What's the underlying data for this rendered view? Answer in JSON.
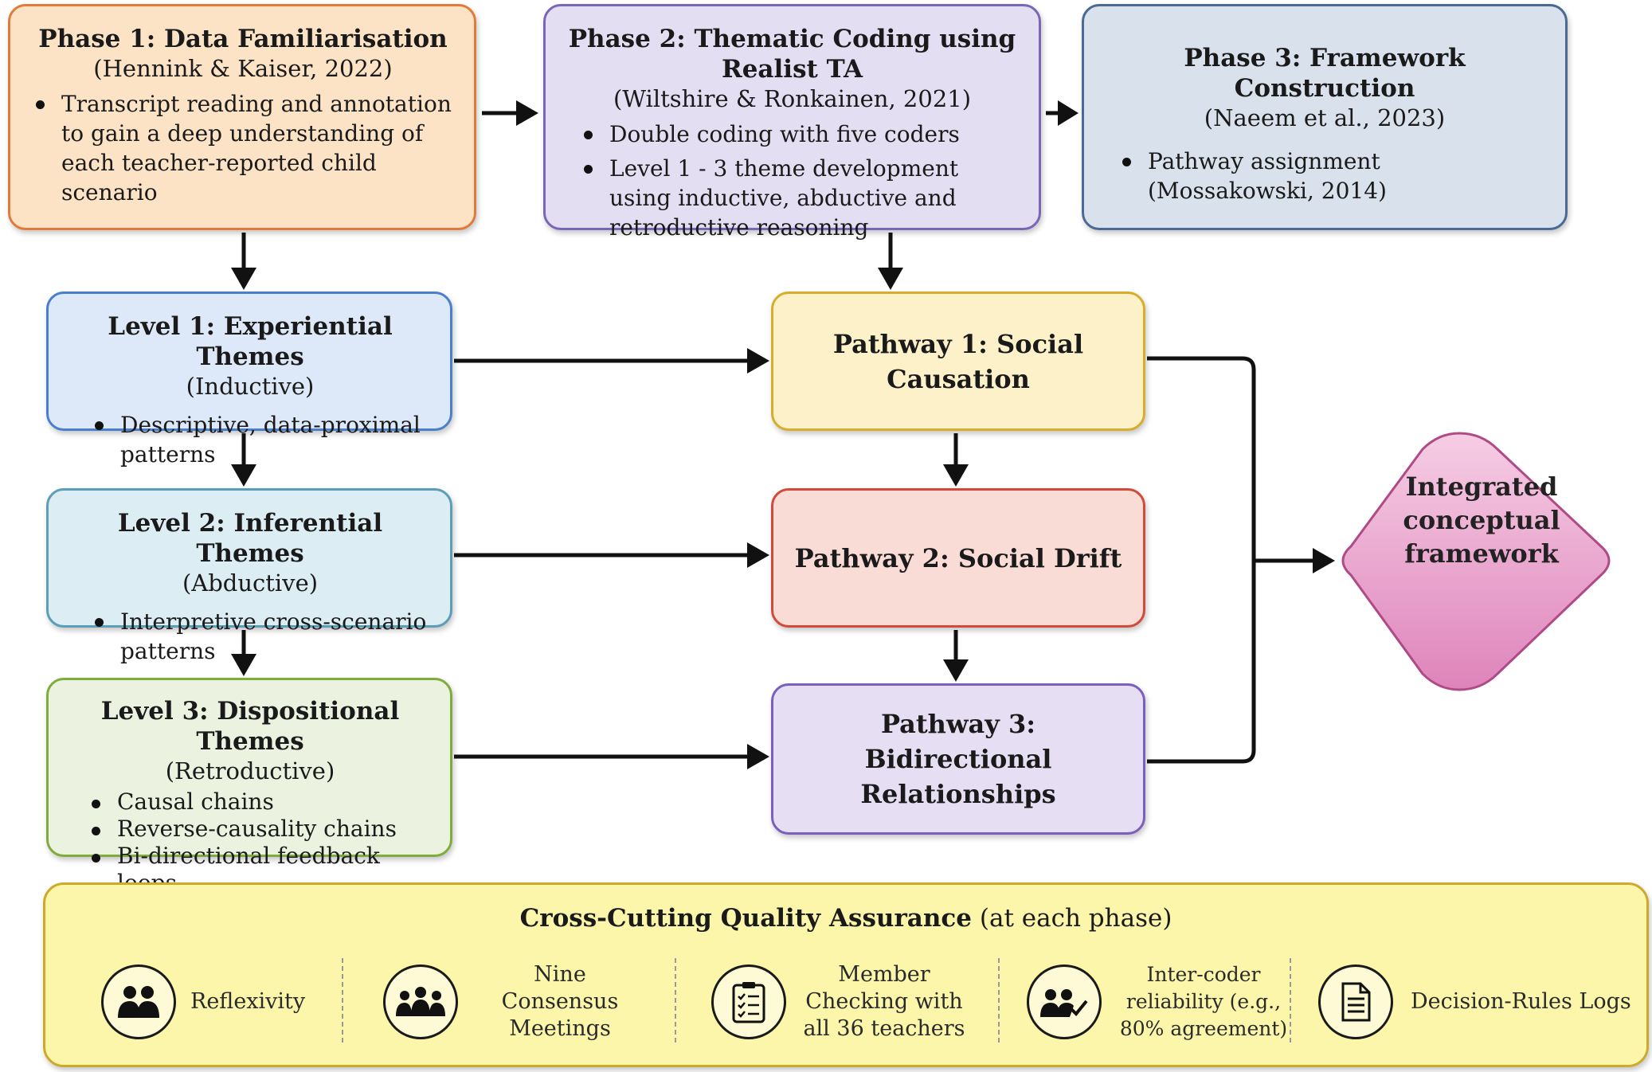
{
  "phases": [
    {
      "title": "Phase 1: Data Familiarisation",
      "citation": "(Hennink & Kaiser, 2022)",
      "bullets": [
        "Transcript reading and annotation to gain a deep understanding of each teacher-reported child scenario"
      ]
    },
    {
      "title": "Phase 2: Thematic Coding using Realist TA",
      "citation": "(Wiltshire & Ronkainen, 2021)",
      "bullets": [
        "Double coding with five coders",
        "Level 1 - 3 theme development using inductive, abductive and retroductive reasoning"
      ]
    },
    {
      "title": "Phase 3: Framework Construction",
      "citation": "(Naeem et al., 2023)",
      "bullets": [
        "Pathway assignment (Mossakowski, 2014)"
      ]
    }
  ],
  "levels": [
    {
      "title": "Level 1: Experiential Themes",
      "mode": "(Inductive)",
      "bullets": [
        "Descriptive, data-proximal patterns"
      ]
    },
    {
      "title": "Level 2: Inferential Themes",
      "mode": "(Abductive)",
      "bullets": [
        "Interpretive cross-scenario patterns"
      ]
    },
    {
      "title": "Level 3: Dispositional Themes",
      "mode": "(Retroductive)",
      "bullets": [
        "Causal chains",
        "Reverse-causality chains",
        "Bi-directional feedback loops"
      ]
    }
  ],
  "pathways": [
    {
      "title": "Pathway 1: Social Causation"
    },
    {
      "title": "Pathway 2: Social Drift"
    },
    {
      "title": "Pathway 3: Bidirectional Relationships"
    }
  ],
  "outcome": {
    "label": "Integrated conceptual framework"
  },
  "quality": {
    "title": "Cross-Cutting Quality Assurance",
    "qualifier": "(at each phase)",
    "items": [
      {
        "label": "Reflexivity",
        "icon": "two-people-icon"
      },
      {
        "label": "Nine Consensus Meetings",
        "icon": "group-icon"
      },
      {
        "label": "Member Checking with all 36 teachers",
        "icon": "clipboard-checklist-icon"
      },
      {
        "label": "Inter-coder reliability (e.g., 80% agreement)",
        "icon": "people-check-icon"
      },
      {
        "label": "Decision-Rules Logs",
        "icon": "document-icon"
      }
    ]
  },
  "colors": {
    "phase1": "#fde3c6",
    "phase2": "#e4def3",
    "phase3": "#d9e1ec",
    "level1": "#dde9f8",
    "level2": "#dcedf3",
    "level3": "#ebf3e0",
    "pathway1": "#fcf1c8",
    "pathway2": "#fadcd6",
    "pathway3": "#e6def3",
    "outcome": "#e48ac0",
    "quality": "#fbf6a9"
  }
}
